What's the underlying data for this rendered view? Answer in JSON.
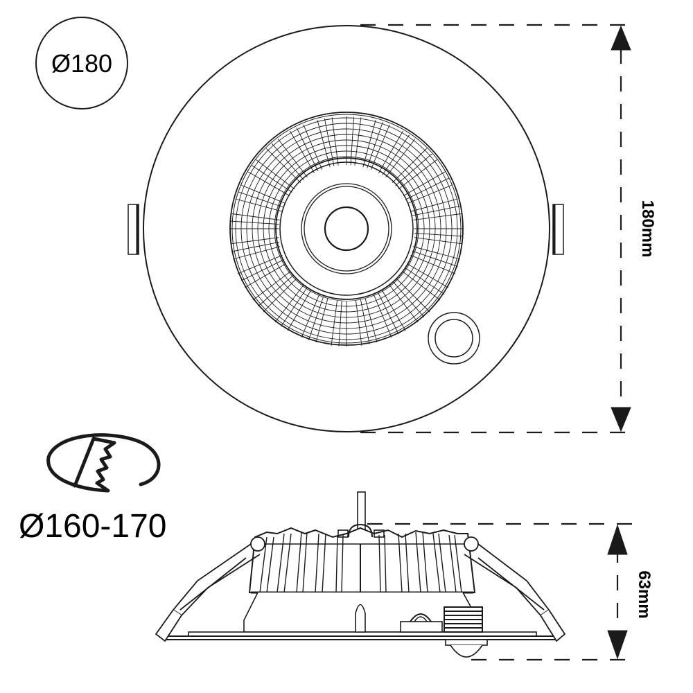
{
  "diagram": {
    "title": "Recessed LED downlight dimension drawing",
    "colors": {
      "line": "#1a1a1a",
      "background": "#ffffff"
    },
    "overall_diameter_badge": {
      "label": "Ø180",
      "icon": "diameter-circle-icon"
    },
    "cutout": {
      "label": "Ø160-170",
      "icon": "cutout-saw-icon"
    },
    "dimensions": {
      "diameter": {
        "label": "180mm",
        "value": 180,
        "unit": "mm",
        "orientation": "vertical"
      },
      "height": {
        "label": "63mm",
        "value": 63,
        "unit": "mm",
        "orientation": "vertical"
      }
    },
    "views": {
      "top": {
        "name": "Top view",
        "components": [
          "outer-trim-ring",
          "reflector-grid",
          "lens-ring",
          "led-center",
          "sensor-window",
          "spring-clip-left",
          "spring-clip-right"
        ]
      },
      "side": {
        "name": "Side view",
        "components": [
          "heatsink-fins",
          "spring-clip-left",
          "spring-clip-right",
          "trim-plate",
          "cable-gland",
          "terminal-clamp",
          "connector",
          "pir-sensor-dome",
          "top-pin"
        ]
      }
    }
  }
}
